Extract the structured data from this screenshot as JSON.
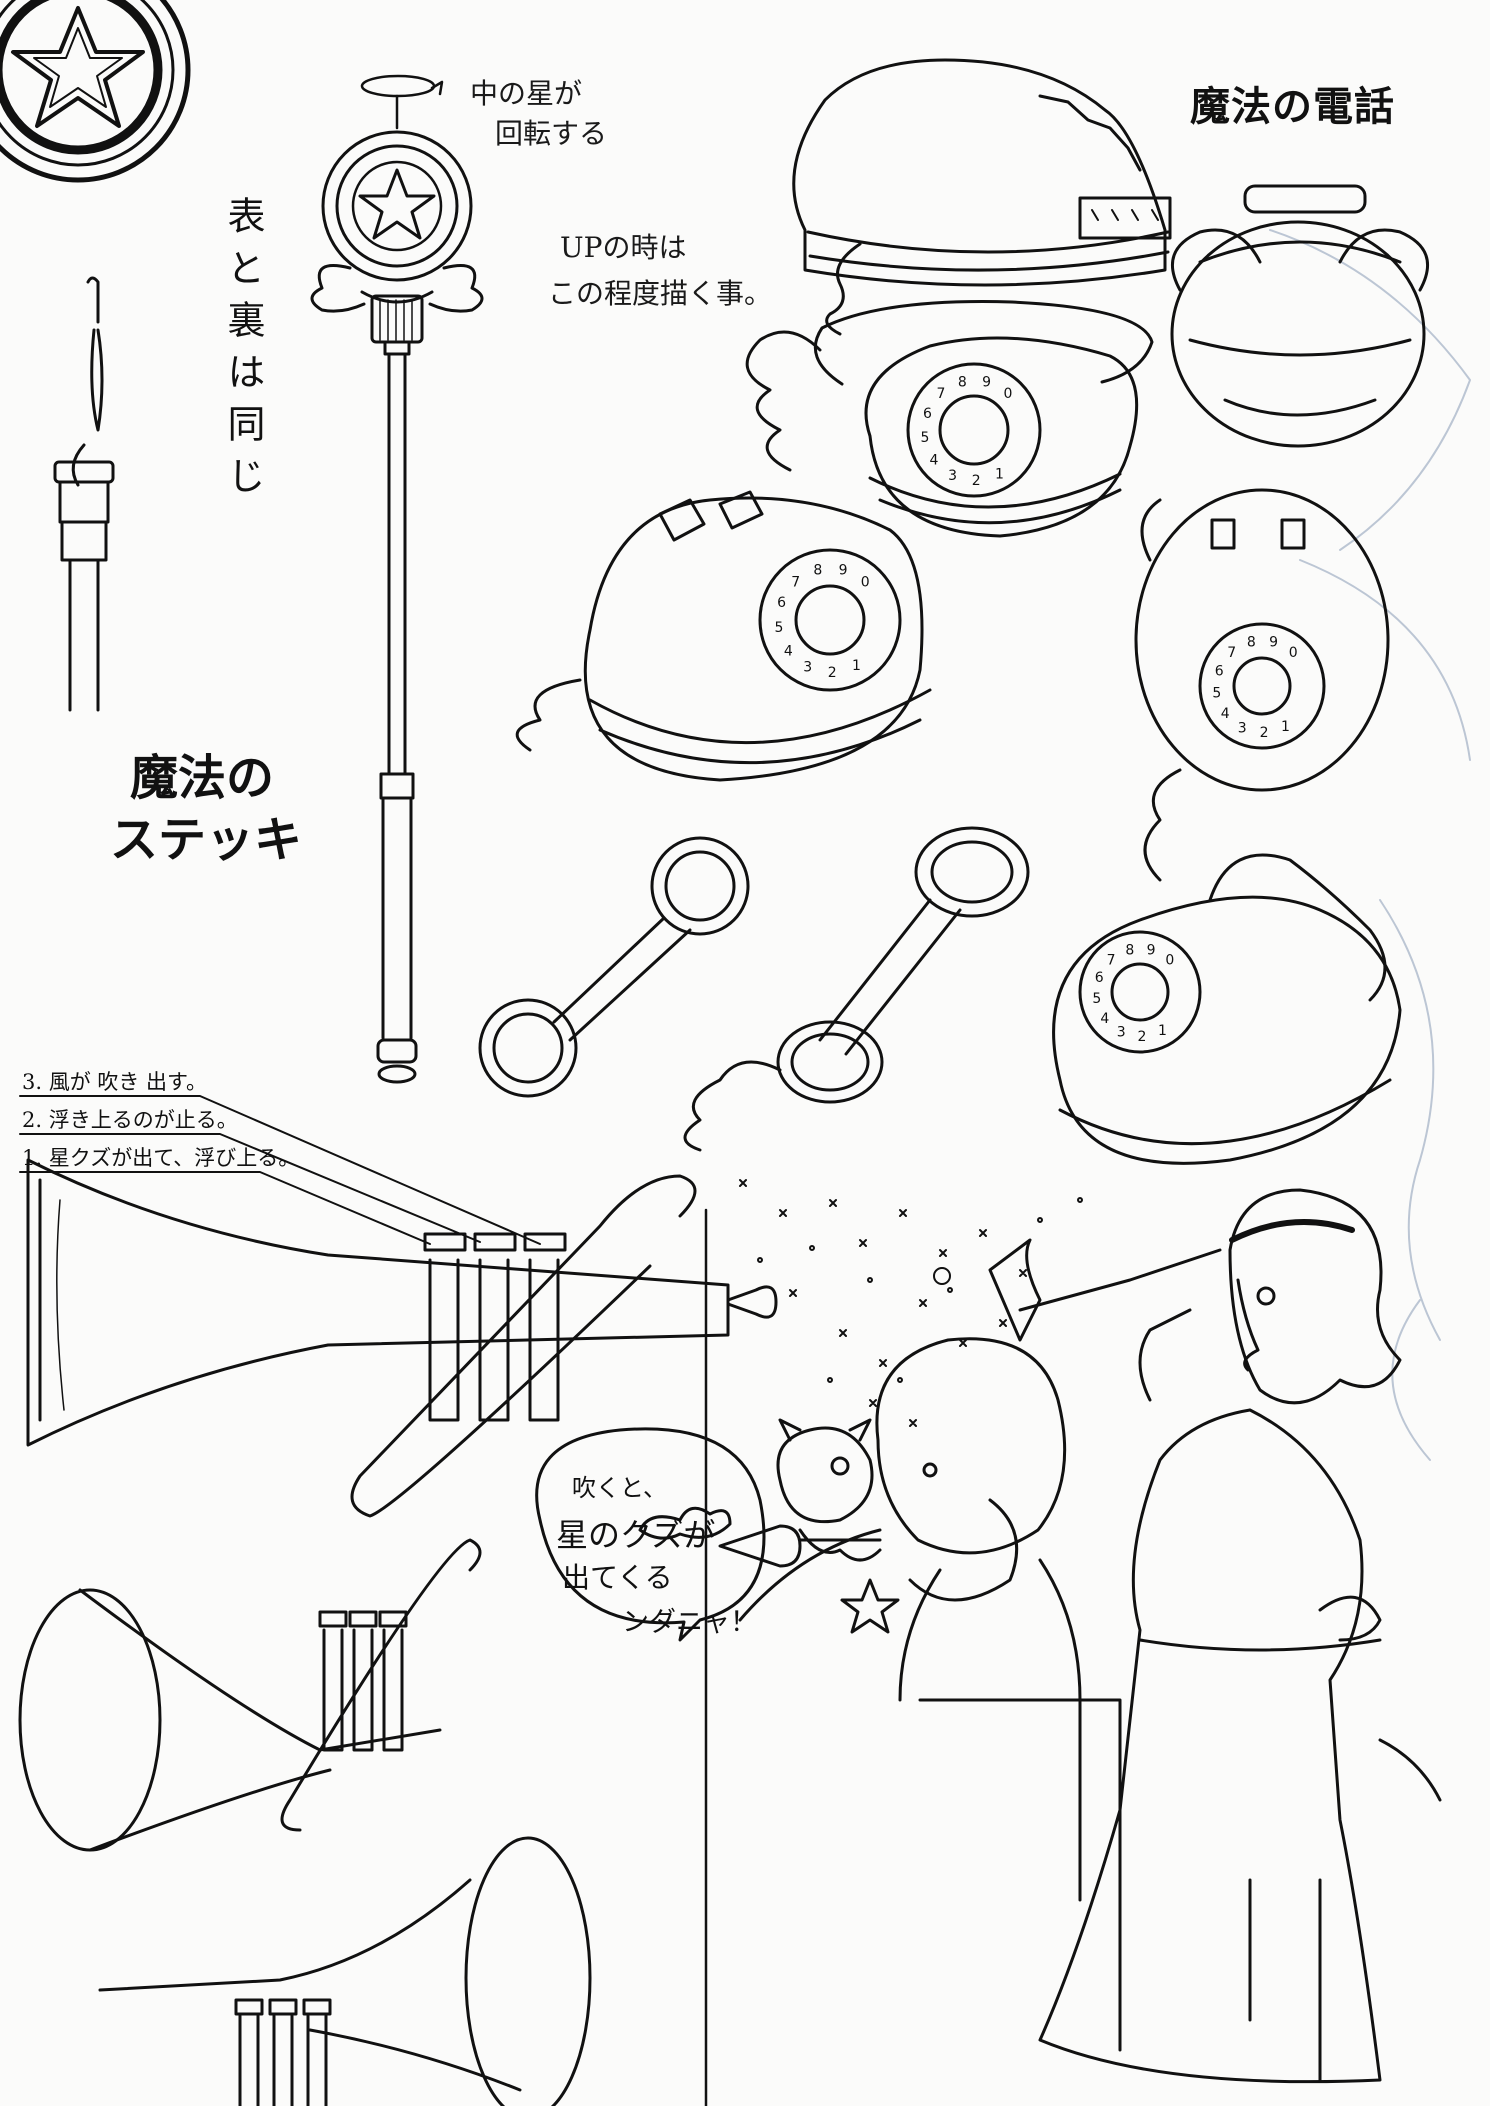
{
  "titles": {
    "phone": "魔法の電話",
    "stick_line1": "魔法の",
    "stick_line2": "ステッキ"
  },
  "notes": {
    "star_rotate_line1": "中の星が",
    "star_rotate_line2": "回転する",
    "up_line1": "UPの時は",
    "up_line2": "この程度描く事。",
    "same_both_sides": "表と裏は同じ"
  },
  "trumpet_steps": [
    "3. 風が 吹き 出す。",
    "2. 浮き上るのが止る。",
    "1. 星クズが出て、浮び上る。"
  ],
  "speech_bubble": [
    "吹くと、",
    "星のクズが",
    "出てくる",
    "ンダニャ！"
  ],
  "dial_digits": [
    "1",
    "2",
    "3",
    "4",
    "5",
    "6",
    "7",
    "8",
    "9",
    "0"
  ],
  "colors": {
    "ink": "#111111",
    "paper": "#fbfbfa",
    "faint_sketch": "#bcc6d4"
  }
}
